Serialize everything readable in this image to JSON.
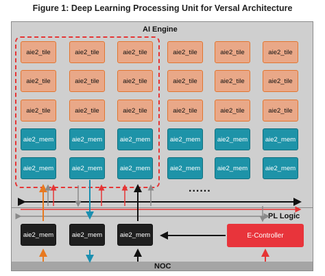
{
  "title": "Figure 1: Deep Learning Processing Unit for Versal Architecture",
  "ai_engine": {
    "label": "AI Engine",
    "tile_label": "aie2_tile",
    "mem_label": "aie2_mem",
    "tile_rows": 3,
    "mem_rows": 2,
    "columns": 6,
    "highlighted_columns": 3,
    "ellipsis": "......"
  },
  "pl_logic": {
    "label": "PL Logic",
    "mem_blocks": [
      "aie2_mem",
      "aie2_mem",
      "aie2_mem"
    ],
    "controller_label": "E-Controller"
  },
  "noc": {
    "label": "NOC"
  },
  "colors": {
    "tile_fill": "#e9a888",
    "tile_border": "#e2752f",
    "mem_fill": "#1e93a8",
    "pl_mem_fill": "#1f1f1f",
    "controller_fill": "#e8343b",
    "highlight_dash": "#e53535",
    "arrow_orange": "#e8791f",
    "arrow_teal": "#1b8fb0",
    "arrow_red": "#e53535",
    "arrow_gray": "#8a8a8a",
    "arrow_black": "#111111"
  }
}
